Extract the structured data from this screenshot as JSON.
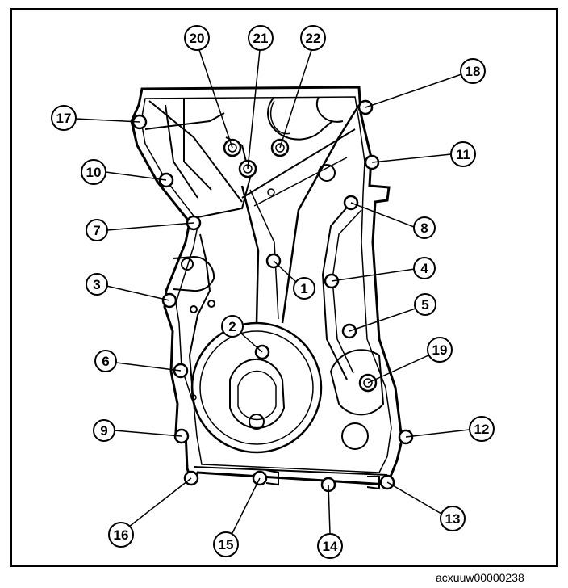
{
  "caption": "acxuuw00000238",
  "callouts": [
    {
      "label": "1"
    },
    {
      "label": "2"
    },
    {
      "label": "3"
    },
    {
      "label": "4"
    },
    {
      "label": "5"
    },
    {
      "label": "6"
    },
    {
      "label": "7"
    },
    {
      "label": "8"
    },
    {
      "label": "9"
    },
    {
      "label": "10"
    },
    {
      "label": "11"
    },
    {
      "label": "12"
    },
    {
      "label": "13"
    },
    {
      "label": "14"
    },
    {
      "label": "15"
    },
    {
      "label": "16"
    },
    {
      "label": "17"
    },
    {
      "label": "18"
    },
    {
      "label": "19"
    },
    {
      "label": "20"
    },
    {
      "label": "21"
    },
    {
      "label": "22"
    }
  ]
}
